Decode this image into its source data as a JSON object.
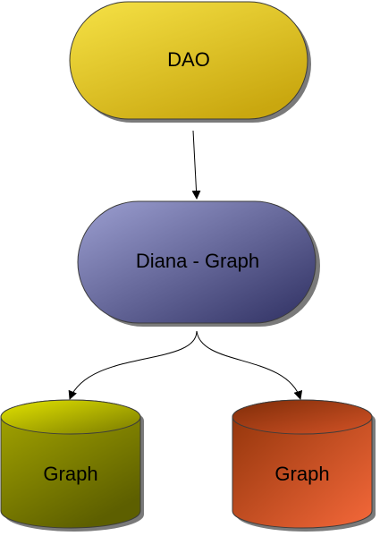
{
  "diagram": {
    "nodes": {
      "dao": {
        "label": "DAO",
        "shape": "terminator",
        "color": "#d9b91c"
      },
      "diana": {
        "label": "Diana - Graph",
        "shape": "terminator",
        "color": "#5d5f98"
      },
      "graph_left": {
        "label": "Graph",
        "shape": "cylinder",
        "color": "#8a8c00"
      },
      "graph_right": {
        "label": "Graph",
        "shape": "cylinder",
        "color": "#d84e1f"
      }
    },
    "edges": [
      {
        "from": "dao",
        "to": "diana"
      },
      {
        "from": "diana",
        "to": "graph_left"
      },
      {
        "from": "diana",
        "to": "graph_right"
      }
    ]
  }
}
